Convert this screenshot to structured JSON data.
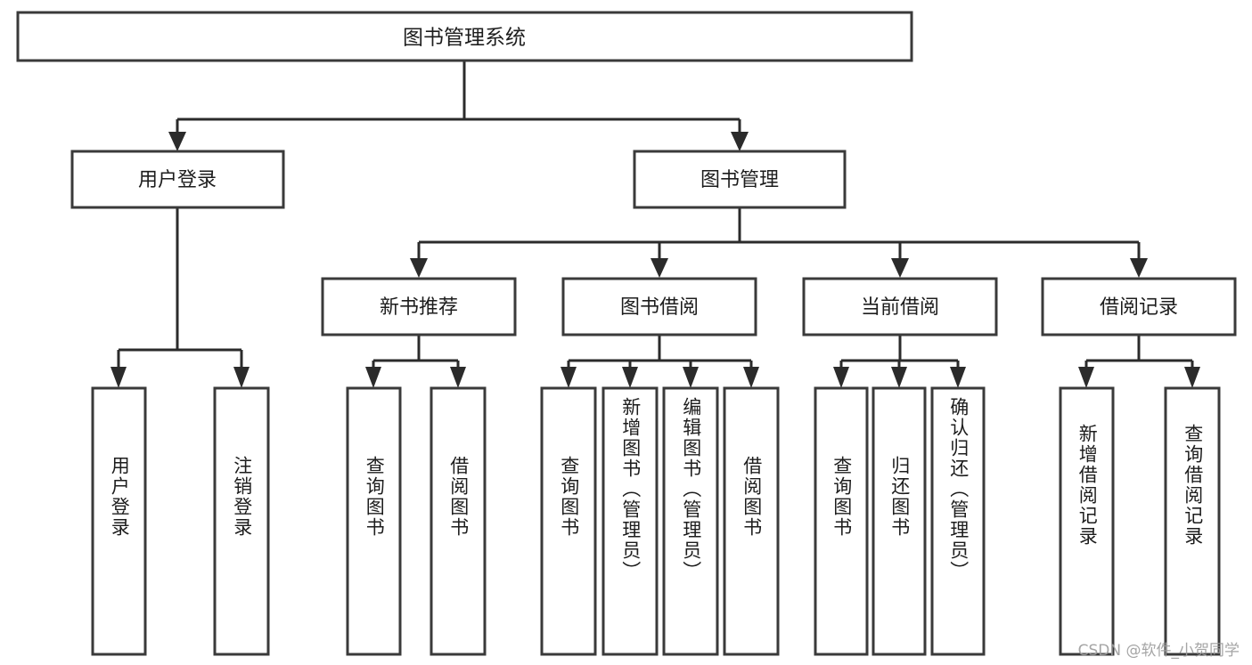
{
  "diagram": {
    "type": "tree-hierarchy",
    "title": "图书管理系统",
    "watermark": "CSDN @软件_小贺同学",
    "colors": {
      "background": "#ffffff",
      "box_fill": "#ffffff",
      "box_stroke": "#3a3a3a",
      "connector": "#2b2b2b",
      "text": "#1d1d1d",
      "watermark": "#9e9e9e"
    },
    "root": {
      "label": "图书管理系统"
    },
    "level1": [
      {
        "label": "用户登录"
      },
      {
        "label": "图书管理"
      }
    ],
    "level2": [
      {
        "label": "新书推荐"
      },
      {
        "label": "图书借阅"
      },
      {
        "label": "当前借阅"
      },
      {
        "label": "借阅记录"
      }
    ],
    "leaves": {
      "user_login": [
        {
          "label": "用户登录"
        },
        {
          "label": "注销登录"
        }
      ],
      "new_book_recommend": [
        {
          "label": "查询图书"
        },
        {
          "label": "借阅图书"
        }
      ],
      "book_borrow": [
        {
          "label": "查询图书"
        },
        {
          "label": "新增图书（管理员）"
        },
        {
          "label": "编辑图书（管理员）"
        },
        {
          "label": "借阅图书"
        }
      ],
      "current_borrow": [
        {
          "label": "查询图书"
        },
        {
          "label": "归还图书"
        },
        {
          "label": "确认归还（管理员）"
        }
      ],
      "borrow_record": [
        {
          "label": "新增借阅记录"
        },
        {
          "label": "查询借阅记录"
        }
      ]
    }
  }
}
